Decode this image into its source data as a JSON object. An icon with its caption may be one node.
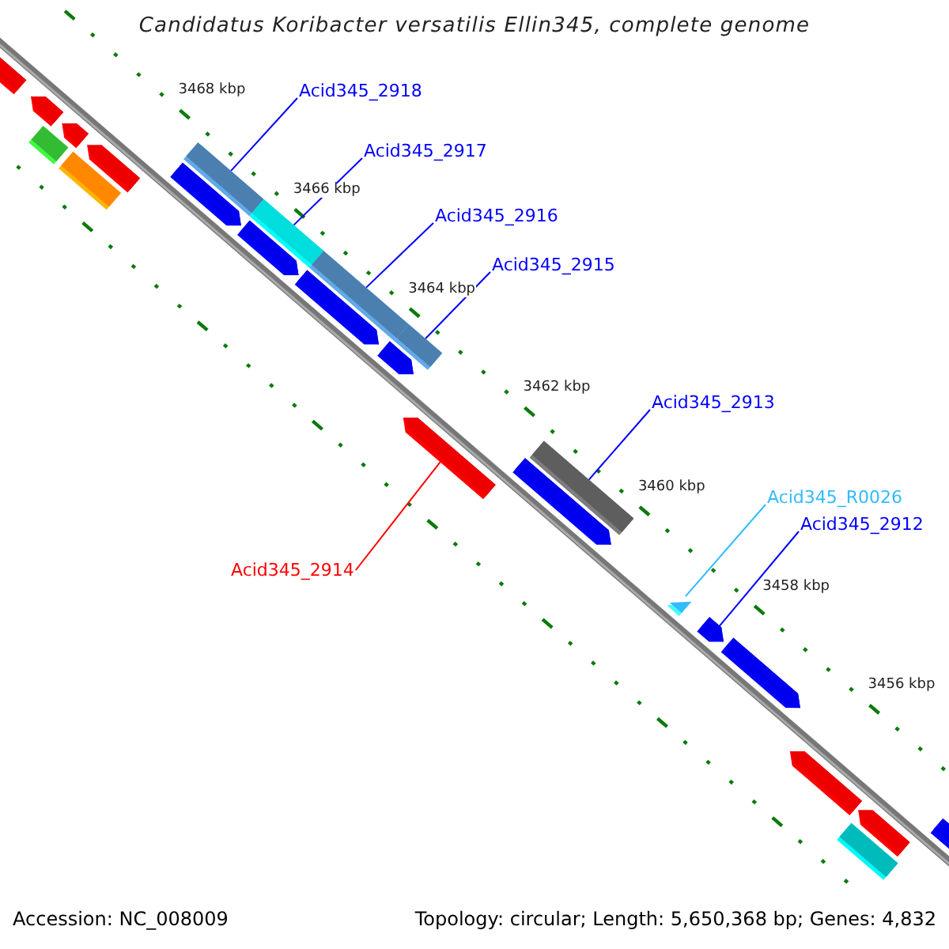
{
  "diagram": {
    "title": "Candidatus Koribacter versatilis Ellin345, complete genome",
    "nodes": [
      {
        "text": [
          "Acid345_2918"
        ]
      },
      {
        "text": [
          "Acid345_2917"
        ]
      },
      {
        "text": [
          "Acid345_2916"
        ]
      },
      {
        "text": [
          "Acid345_2915"
        ]
      },
      {
        "text": [
          "Acid345_2913"
        ]
      },
      {
        "text": [
          "Acid345_R0026"
        ]
      },
      {
        "text": [
          "Acid345_2912"
        ]
      },
      {
        "text": [
          "Acid345_2914"
        ]
      },
      {
        "text": [],
        "shape": "bar"
      },
      {
        "text": [],
        "shape": "bar"
      },
      {
        "text": [],
        "shape": "bar"
      },
      {
        "text": [],
        "shape": "bar"
      },
      {
        "text": [],
        "shape": "bar"
      },
      {
        "text": [],
        "shape": "bar"
      },
      {
        "text": [],
        "shape": "triangle"
      },
      {
        "text": [],
        "shape": "bar"
      }
    ],
    "edges": [
      {
        "from": 0,
        "to": 8,
        "arrow": "none"
      },
      {
        "from": 1,
        "to": 9,
        "arrow": "none"
      },
      {
        "from": 2,
        "to": 10,
        "arrow": "none"
      },
      {
        "from": 3,
        "to": 11,
        "arrow": "none"
      },
      {
        "from": 4,
        "to": 13,
        "arrow": "none"
      },
      {
        "from": 5,
        "to": 14,
        "arrow": "none",
        "color": "#33bbff"
      },
      {
        "from": 6,
        "to": 15,
        "arrow": "none"
      },
      {
        "from": 7,
        "to": 12,
        "arrow": "none",
        "color": "#ff0000"
      }
    ],
    "labels": [
      "3468 kbp",
      "3466 kbp",
      "3464 kbp",
      "3462 kbp",
      "3460 kbp",
      "3458 kbp",
      "3456 kbp",
      "Accession: NC_008009",
      "Topology: circular; Length: 5,650,368 bp; Genes: 4,832"
    ]
  }
}
